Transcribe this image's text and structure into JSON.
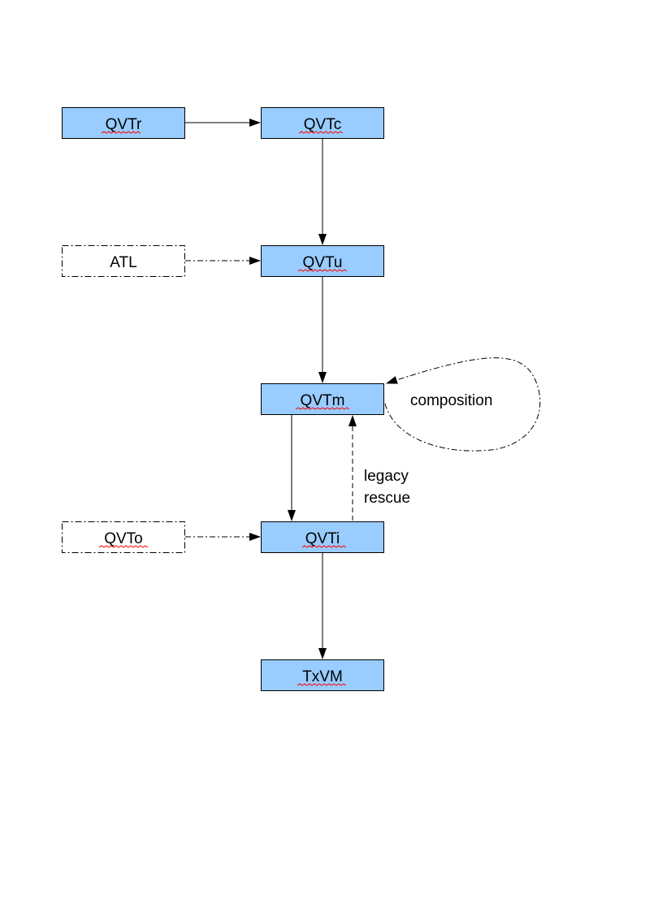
{
  "diagram": {
    "nodes": {
      "qvtr": {
        "label": "QVTr",
        "style": "solid",
        "spellcheck": true
      },
      "qvtc": {
        "label": "QVTc",
        "style": "solid",
        "spellcheck": true
      },
      "atl": {
        "label": "ATL",
        "style": "dashed",
        "spellcheck": false
      },
      "qvtu": {
        "label": "QVTu",
        "style": "solid",
        "spellcheck": true
      },
      "qvtm": {
        "label": "QVTm",
        "style": "solid",
        "spellcheck": true
      },
      "qvto": {
        "label": "QVTo",
        "style": "dashed",
        "spellcheck": true
      },
      "qvti": {
        "label": "QVTi",
        "style": "solid",
        "spellcheck": true
      },
      "txvm": {
        "label": "TxVM",
        "style": "solid",
        "spellcheck": true
      }
    },
    "edges": [
      {
        "from": "qvtr",
        "to": "qvtc",
        "style": "solid"
      },
      {
        "from": "qvtc",
        "to": "qvtu",
        "style": "solid"
      },
      {
        "from": "atl",
        "to": "qvtu",
        "style": "dash-dot"
      },
      {
        "from": "qvtu",
        "to": "qvtm",
        "style": "solid"
      },
      {
        "from": "qvtm",
        "to": "qvti",
        "style": "solid"
      },
      {
        "from": "qvto",
        "to": "qvti",
        "style": "dash-dot"
      },
      {
        "from": "qvti",
        "to": "qvtm",
        "style": "dashed"
      },
      {
        "from": "qvtm",
        "to": "qvtm",
        "style": "dash-dot"
      },
      {
        "from": "qvti",
        "to": "txvm",
        "style": "solid"
      }
    ],
    "annotations": {
      "composition": "composition",
      "legacy_line1": "legacy",
      "legacy_line2": "rescue"
    },
    "colors": {
      "node_fill": "#99ccff",
      "dashed_node_fill": "#ffffff",
      "stroke": "#000000",
      "spellcheck_underline": "#ff0000"
    }
  }
}
